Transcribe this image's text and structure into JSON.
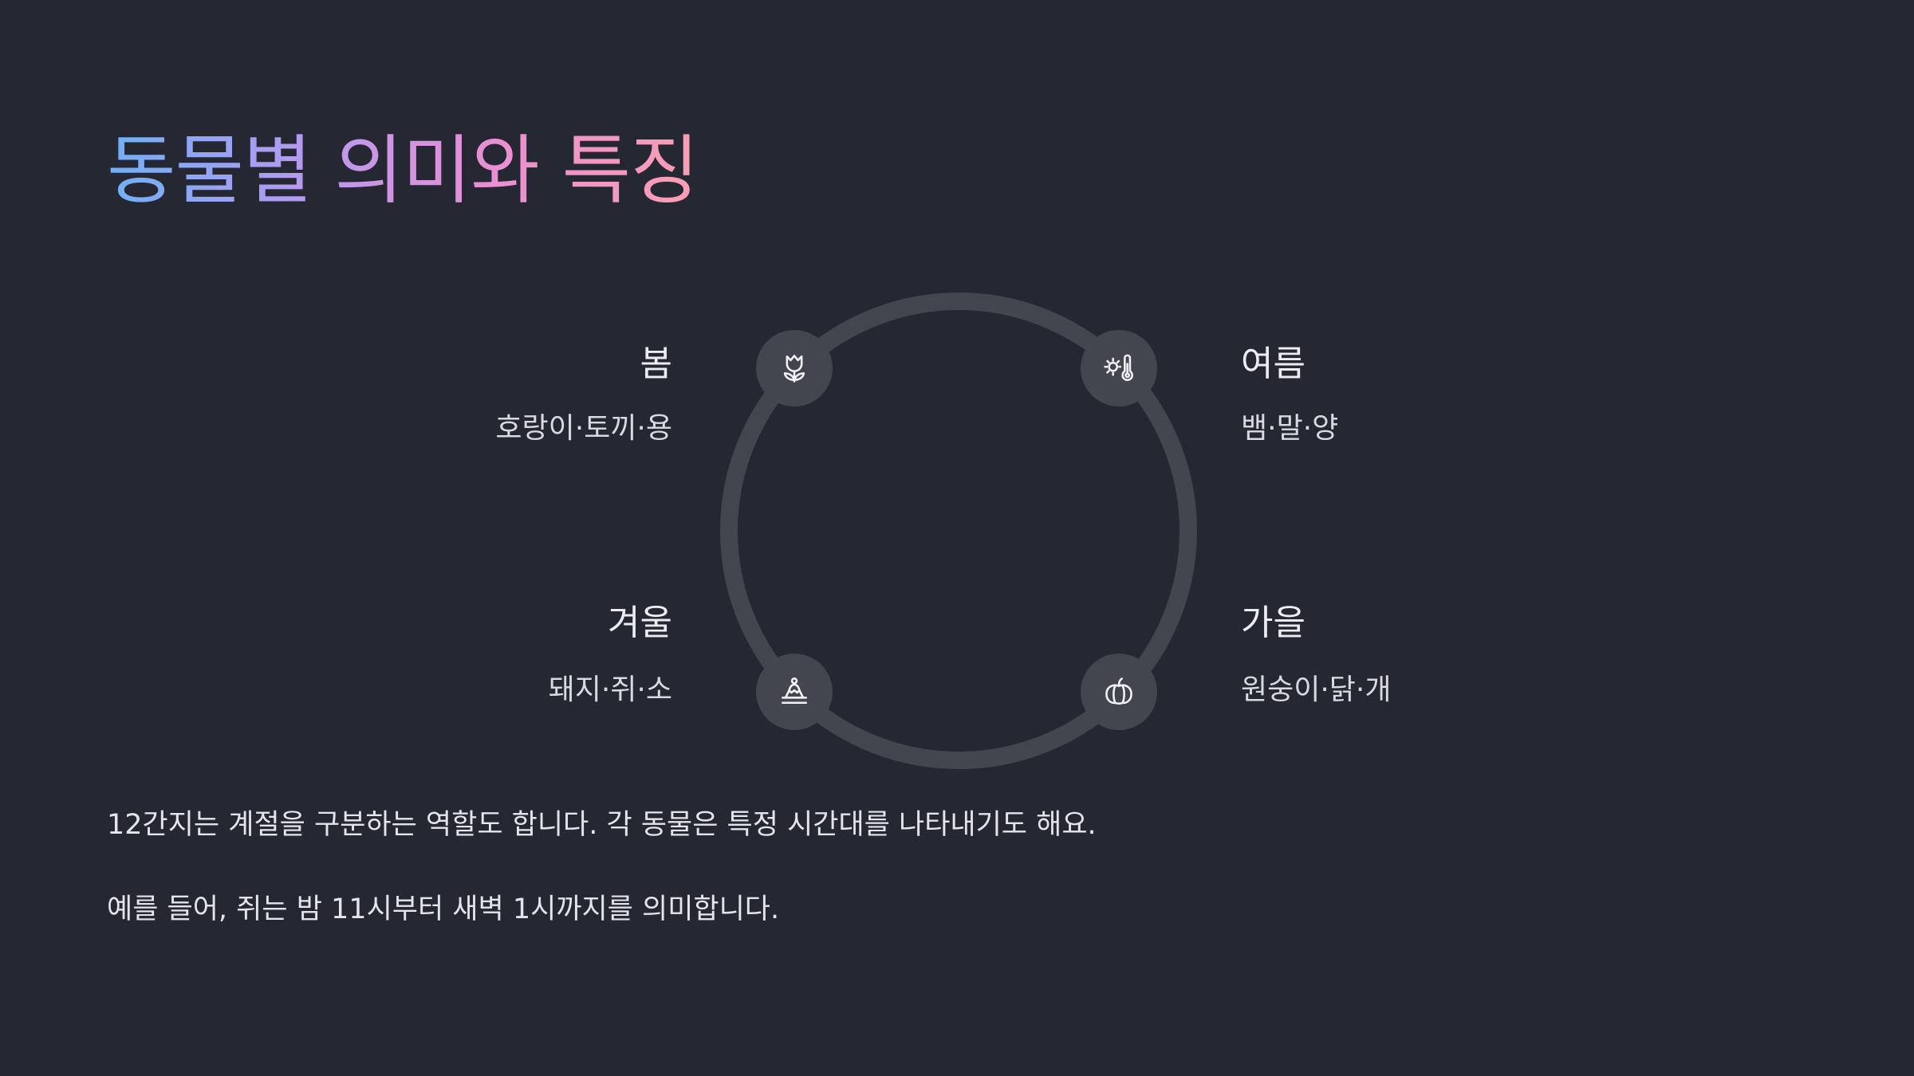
{
  "title": "동물별 의미와 특징",
  "seasons": [
    {
      "name": "봄",
      "animals": "호랑이·토끼·용",
      "icon": "tulip-icon"
    },
    {
      "name": "여름",
      "animals": "뱀·말·양",
      "icon": "sun-thermometer-icon"
    },
    {
      "name": "겨울",
      "animals": "돼지·쥐·소",
      "icon": "snow-mountain-icon"
    },
    {
      "name": "가을",
      "animals": "원숭이·닭·개",
      "icon": "pumpkin-icon"
    }
  ],
  "paragraphs": [
    "12간지는 계절을 구분하는 역할도 합니다. 각 동물은 특정 시간대를 나타내기도 해요.",
    "예를 들어, 쥐는 밤 11시부터 새벽 1시까지를 의미합니다."
  ],
  "colors": {
    "background": "#252733",
    "ring": "#43454f",
    "title_gradient": [
      "#6fb0f5",
      "#b69af0",
      "#ea8fd2",
      "#fa9fb0"
    ]
  }
}
